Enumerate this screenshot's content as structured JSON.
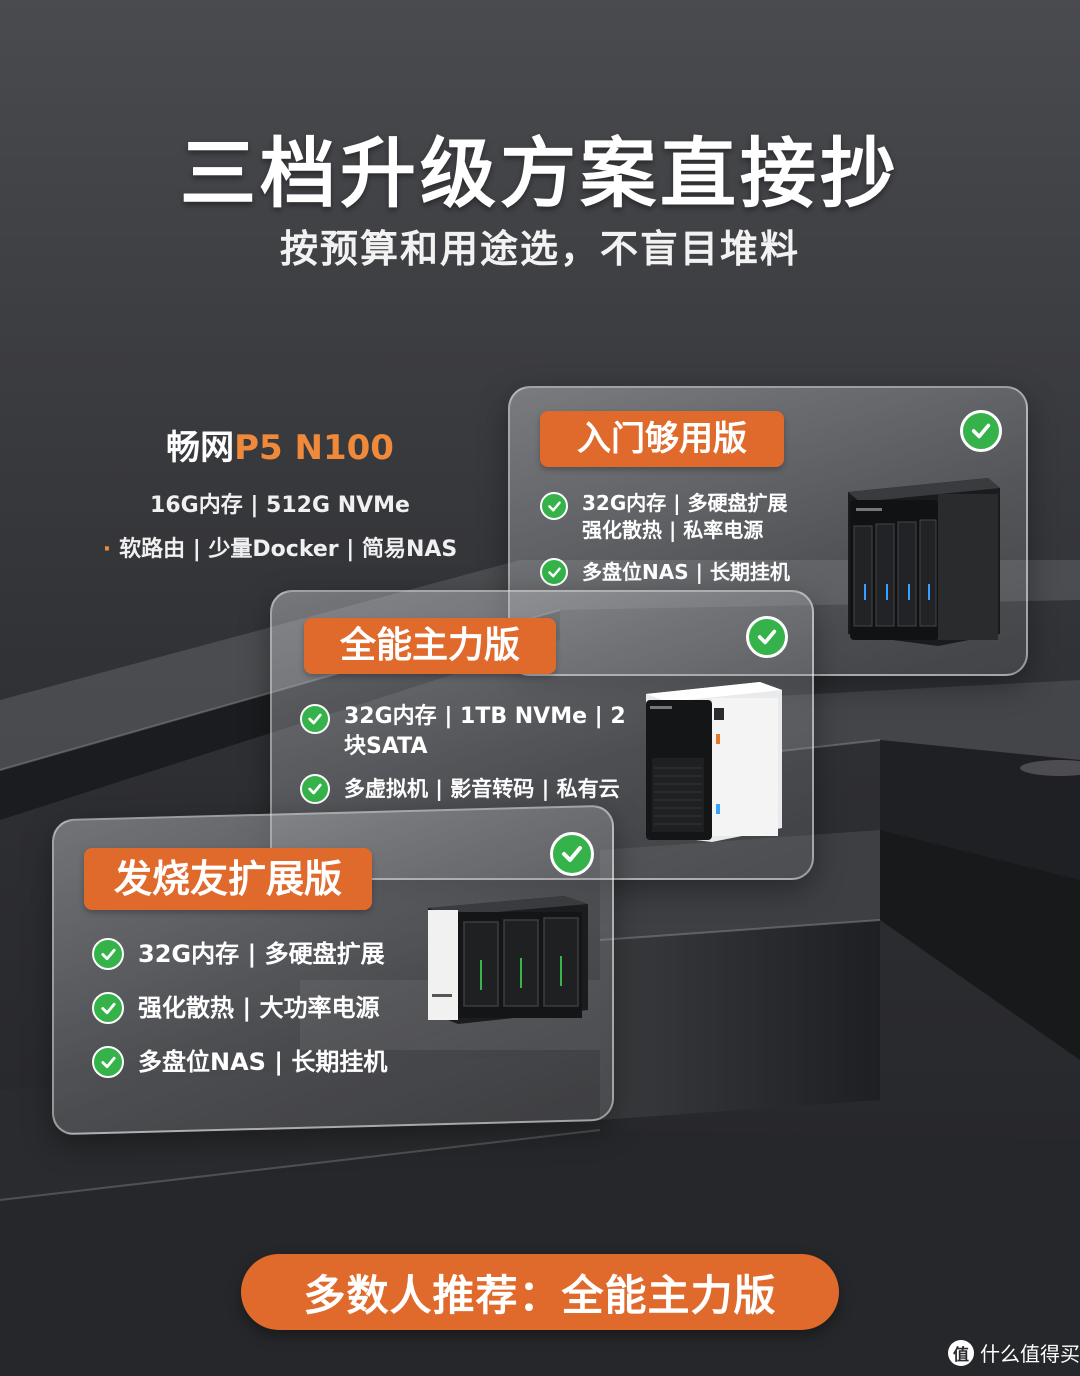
{
  "header": {
    "title": "三档升级方案直接抄",
    "subtitle": "按预算和用途选，不盲目堆料"
  },
  "base": {
    "name_prefix": "畅网",
    "name_accent": "P5 N100",
    "spec_line": "16G内存 | 512G NVMe",
    "use_bullet": "·",
    "use_line": "软路由 | 少量Docker | 简易NAS"
  },
  "cards": [
    {
      "badge": "入门够用版",
      "features": [
        "32G内存 | 多硬盘扩展",
        "强化散热 | 私率电源",
        "多盘位NAS | 长期挂机"
      ],
      "device_icon": "nas-4bay-icon"
    },
    {
      "badge": "全能主力版",
      "features": [
        "32G内存 | 1TB NVMe | 2",
        "块SATA",
        "多虚拟机 | 影音转码 | 私有云"
      ],
      "device_icon": "nas-2bay-icon"
    },
    {
      "badge": "发烧友扩展版",
      "features": [
        "32G内存 | 多硬盘扩展",
        "强化散热 | 大功率电源",
        "多盘位NAS | 长期挂机"
      ],
      "device_icon": "nas-3bay-icon"
    }
  ],
  "cta": {
    "label": "多数人推荐：全能主力版"
  },
  "watermark": {
    "icon_text": "值",
    "label": "什么值得买"
  },
  "colors": {
    "accent": "#e06a2c",
    "check": "#35b34a",
    "accent_text": "#f08a3a"
  }
}
